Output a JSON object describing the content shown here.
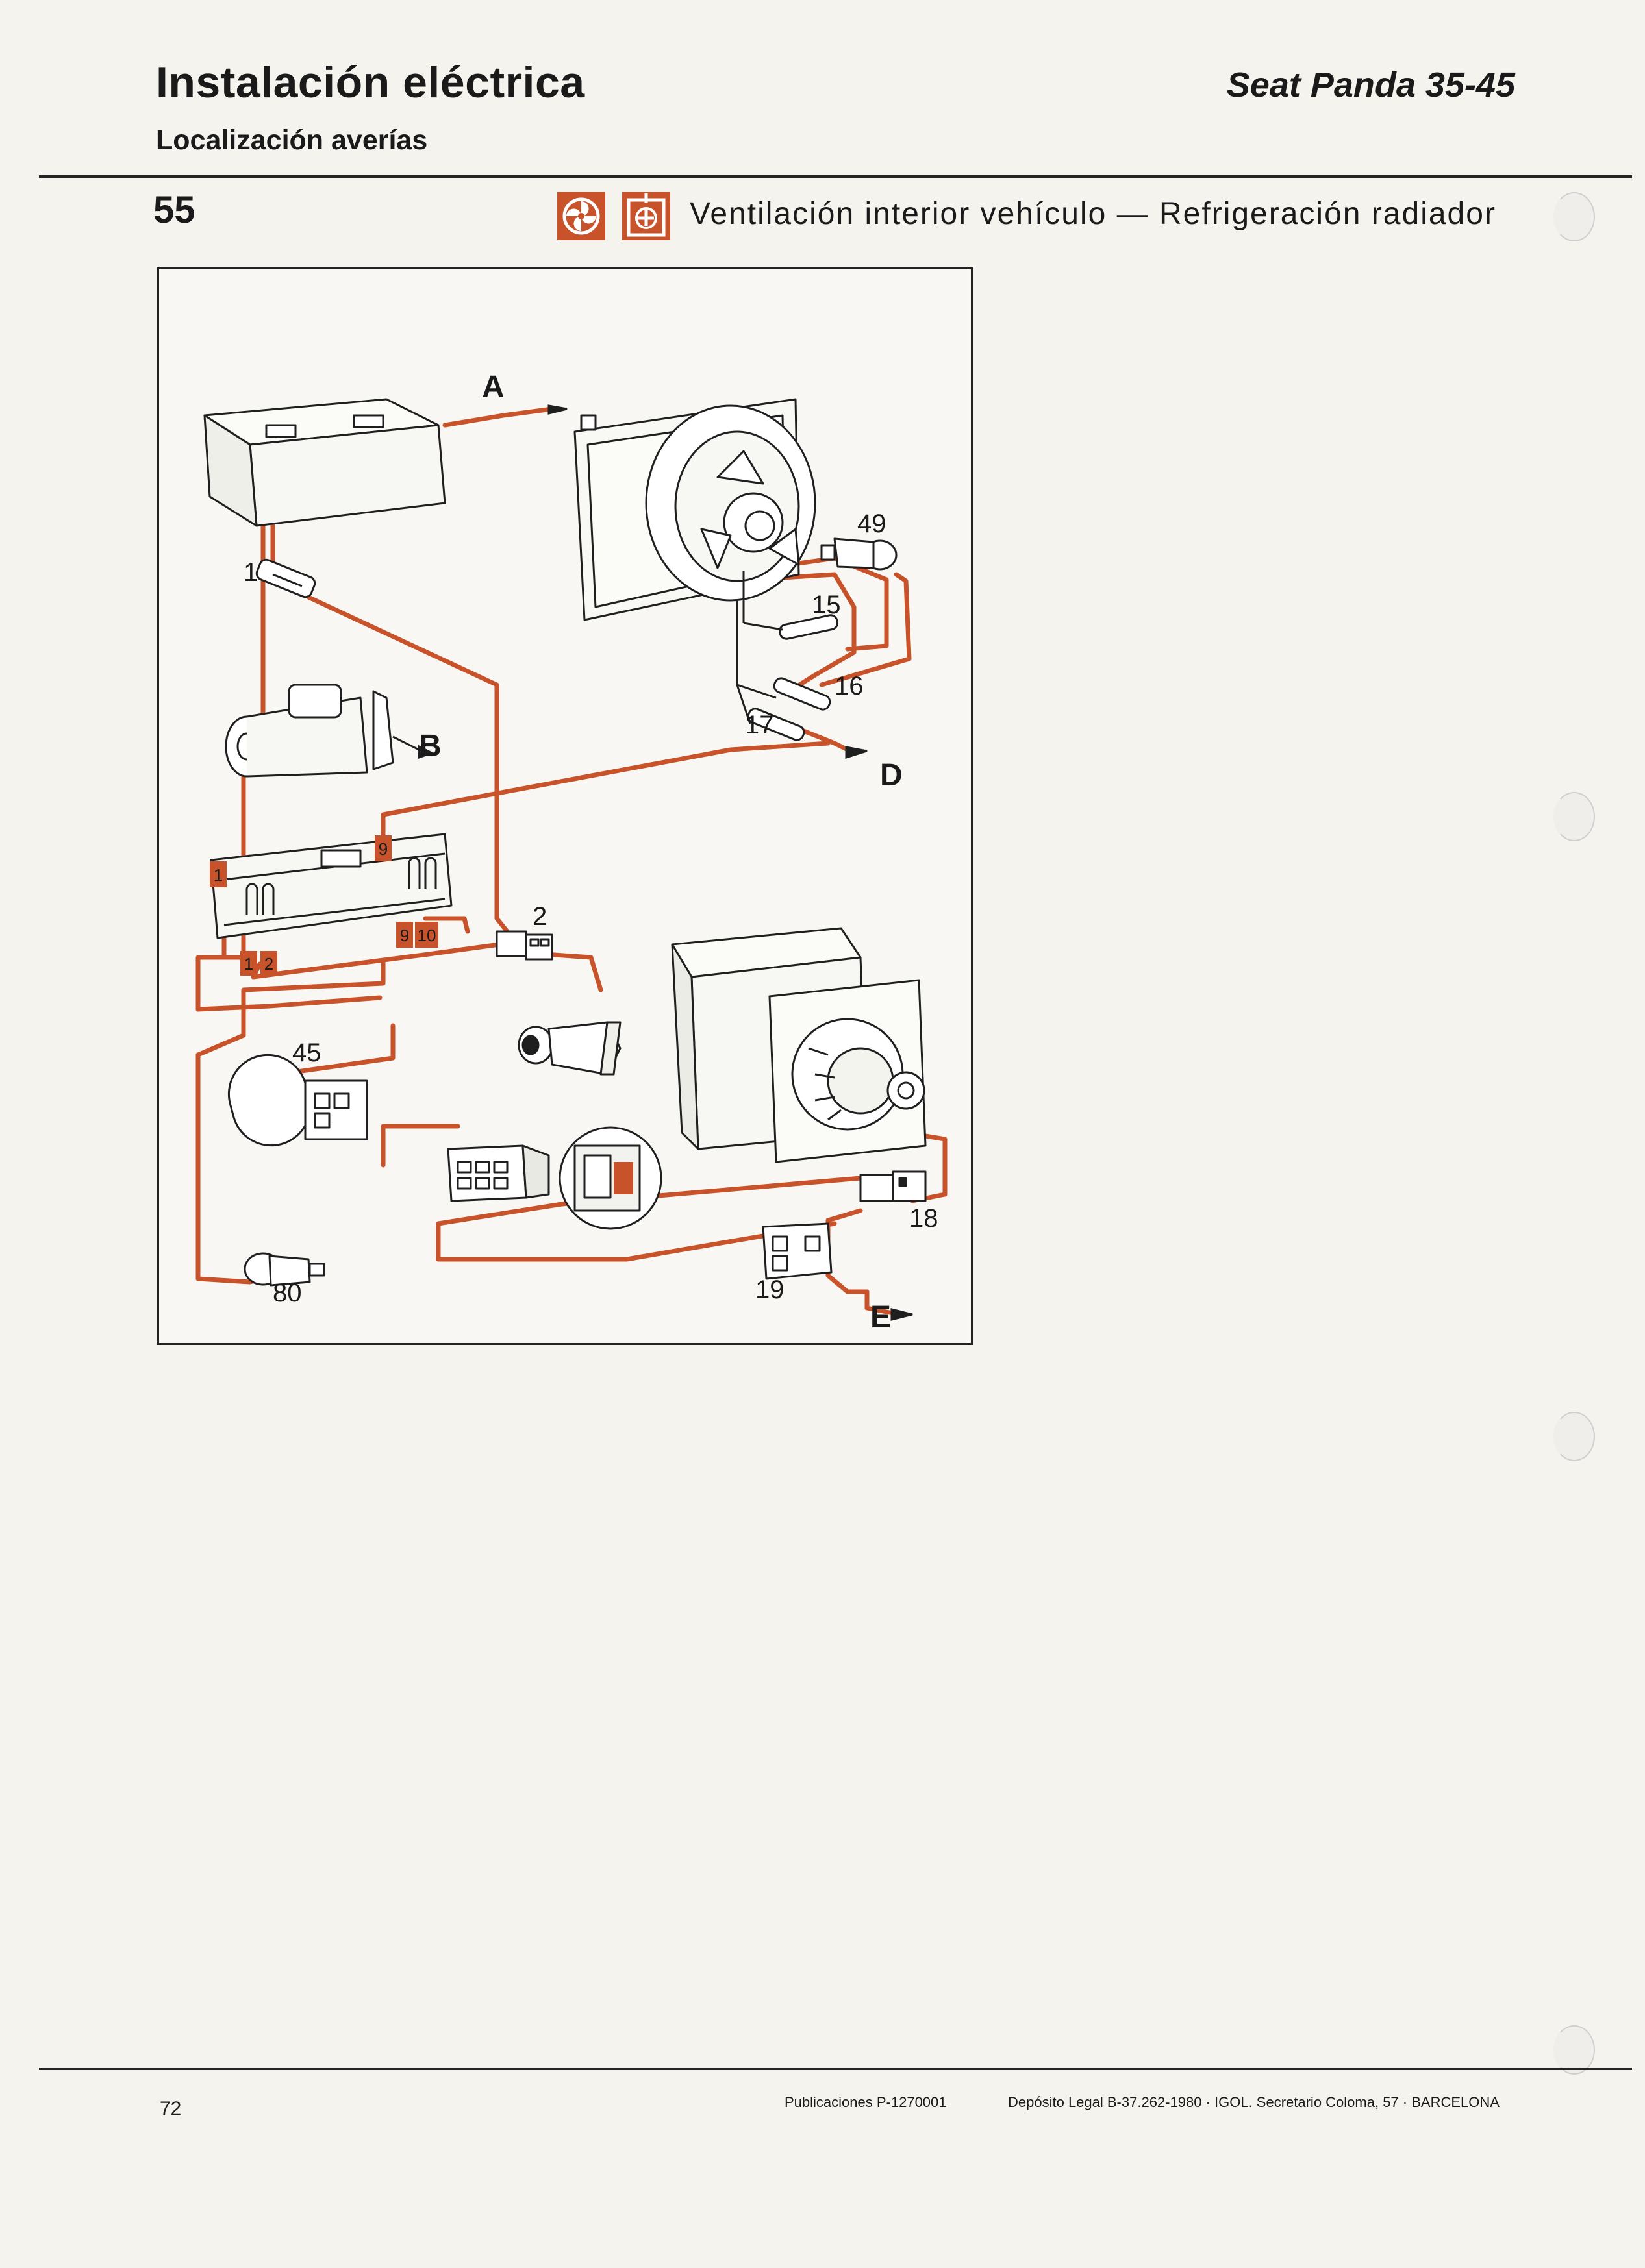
{
  "header": {
    "title": "Instalación eléctrica",
    "subtitle": "Localización averías",
    "model": "Seat Panda 35-45"
  },
  "section": {
    "number": "55",
    "heading": "Ventilación interior vehículo — Refrigeración radiador",
    "icons": [
      "fan-icon",
      "radiator-fan-icon"
    ]
  },
  "diagram": {
    "terminals": [
      "A",
      "B",
      "D",
      "E"
    ],
    "component_numbers": [
      "1",
      "2",
      "15",
      "16",
      "17",
      "18",
      "19",
      "45",
      "49",
      "80"
    ],
    "pin_labels": {
      "p1a": "1",
      "p1b": "1",
      "p2": "2",
      "p9a": "9",
      "p9b": "9",
      "p10": "10"
    },
    "colors": {
      "wire": "#c8532a",
      "line": "#1f1f1f"
    }
  },
  "footer": {
    "page": "72",
    "publication": "Publicaciones P-1270001",
    "legal": "Depósito Legal B-37.262-1980 · IGOL. Secretario Coloma, 57 · BARCELONA"
  }
}
